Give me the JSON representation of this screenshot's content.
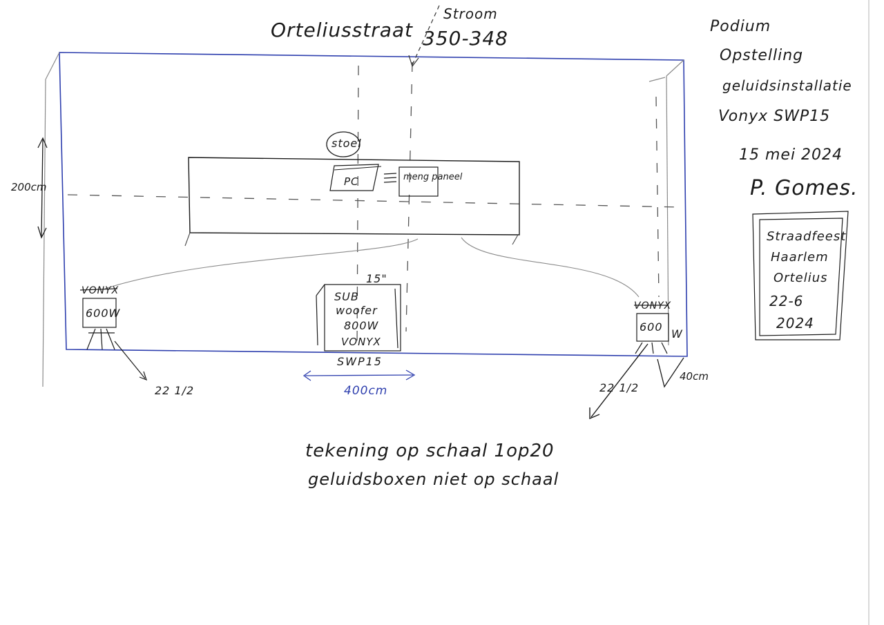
{
  "street": "Orteliusstraat",
  "power": {
    "label": "Stroom",
    "value": "350-348"
  },
  "title_block": {
    "lines": [
      "Podium",
      "Opstelling",
      "geluidsinstallatie",
      "Vonyx SWP15"
    ],
    "date": "15 mei 2024",
    "signature": "P. Gomes."
  },
  "event_box": {
    "lines": [
      "Straadfeest",
      "Haarlem",
      "Ortelius",
      "22-6",
      "2024"
    ]
  },
  "stage": {
    "chair": "stoel",
    "pc": "PC",
    "mixer": "meng paneel",
    "depth_label": "200cm",
    "width_label": "400cm"
  },
  "speaker_left": {
    "brand": "VONYX",
    "power": "600W",
    "angle": "22 1/2"
  },
  "speaker_right": {
    "brand": "VONYX",
    "power": "600",
    "unit": "W",
    "angle": "22 1/2",
    "offset": "40cm"
  },
  "subwoofer": {
    "size": "15\"",
    "lines": [
      "SUB",
      "woofer",
      "800W",
      "VONYX"
    ],
    "model": "SWP15"
  },
  "notes": [
    "tekening op schaal 1op20",
    "geluidsboxen niet op schaal"
  ],
  "colors": {
    "ink": "#1a1a1a",
    "pen_blue": "#2e3fae",
    "pencil": "#8a8a8a",
    "paper": "#ffffff"
  }
}
